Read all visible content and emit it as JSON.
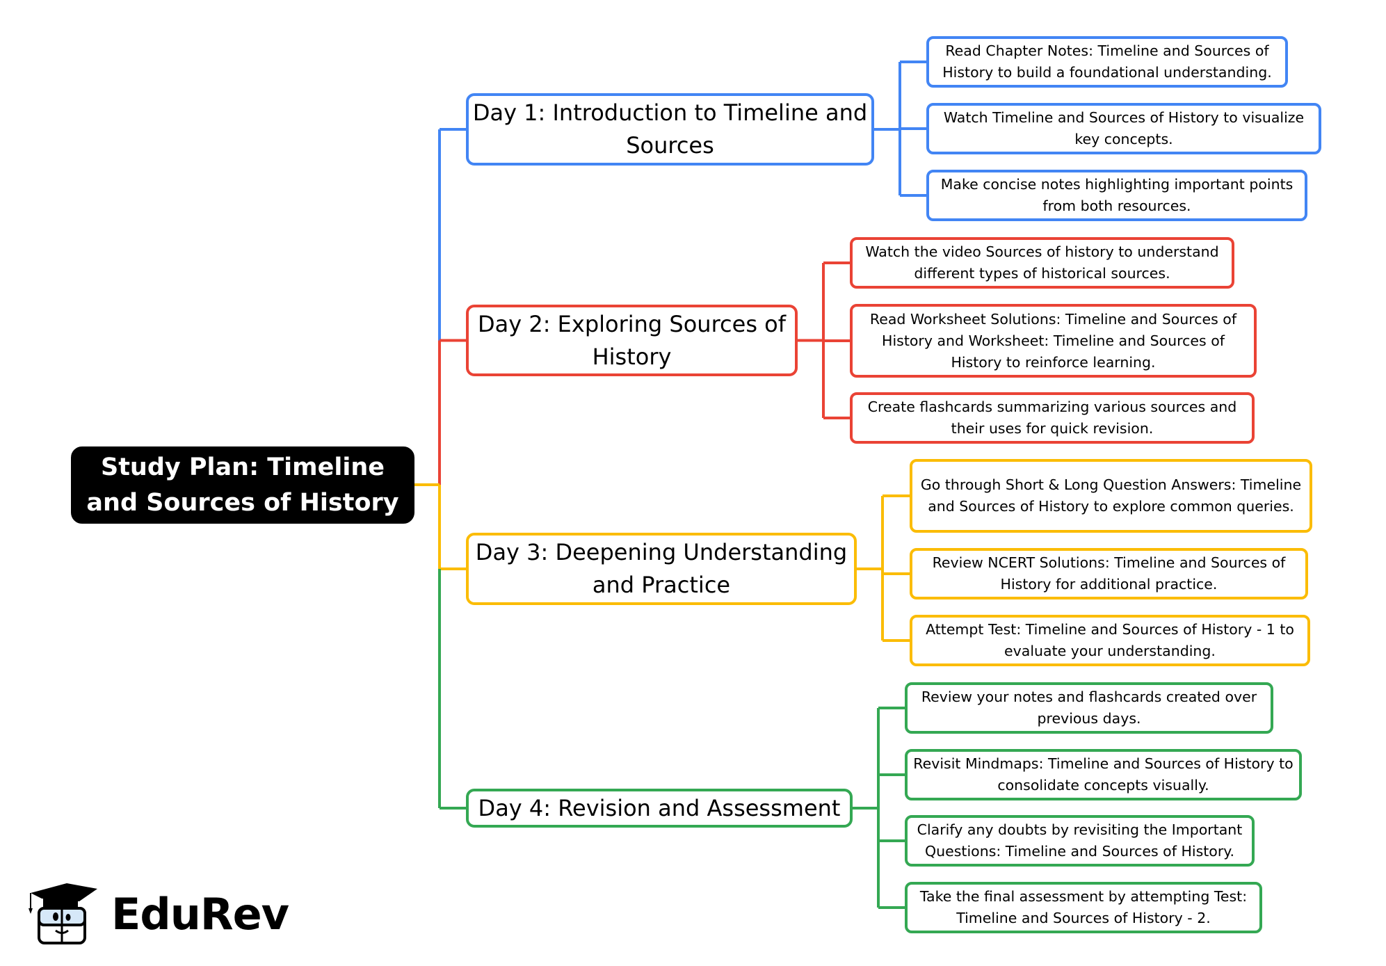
{
  "root": {
    "title": "Study Plan: Timeline and Sources of History"
  },
  "colors": {
    "day1": "#4285F4",
    "day2": "#EA4335",
    "day3": "#FBBC04",
    "day4": "#34A853"
  },
  "days": [
    {
      "title": "Day 1: Introduction to Timeline and Sources",
      "tasks": [
        "Read Chapter Notes: Timeline and Sources of History to build a foundational understanding.",
        "Watch Timeline and Sources of History to visualize key concepts.",
        "Make concise notes highlighting important points from both resources."
      ]
    },
    {
      "title": "Day 2: Exploring Sources of History",
      "tasks": [
        "Watch the video Sources of history to understand different types of historical sources.",
        "Read Worksheet Solutions: Timeline and Sources of History and Worksheet: Timeline and Sources of History to reinforce learning.",
        "Create flashcards summarizing various sources and their uses for quick revision."
      ]
    },
    {
      "title": "Day 3: Deepening Understanding and Practice",
      "tasks": [
        "Go through Short & Long Question Answers: Timeline and Sources of History to explore common queries.",
        "Review NCERT Solutions: Timeline and Sources of History for additional practice.",
        "Attempt Test: Timeline and Sources of History - 1 to evaluate your understanding."
      ]
    },
    {
      "title": "Day 4: Revision and Assessment",
      "tasks": [
        "Review your notes and flashcards created over previous days.",
        "Revisit Mindmaps: Timeline and Sources of History to consolidate concepts visually.",
        "Clarify any doubts by revisiting the Important Questions: Timeline and Sources of History.",
        "Take the final assessment by attempting Test: Timeline and Sources of History - 2."
      ]
    }
  ],
  "logo": {
    "text": "EduRev"
  }
}
